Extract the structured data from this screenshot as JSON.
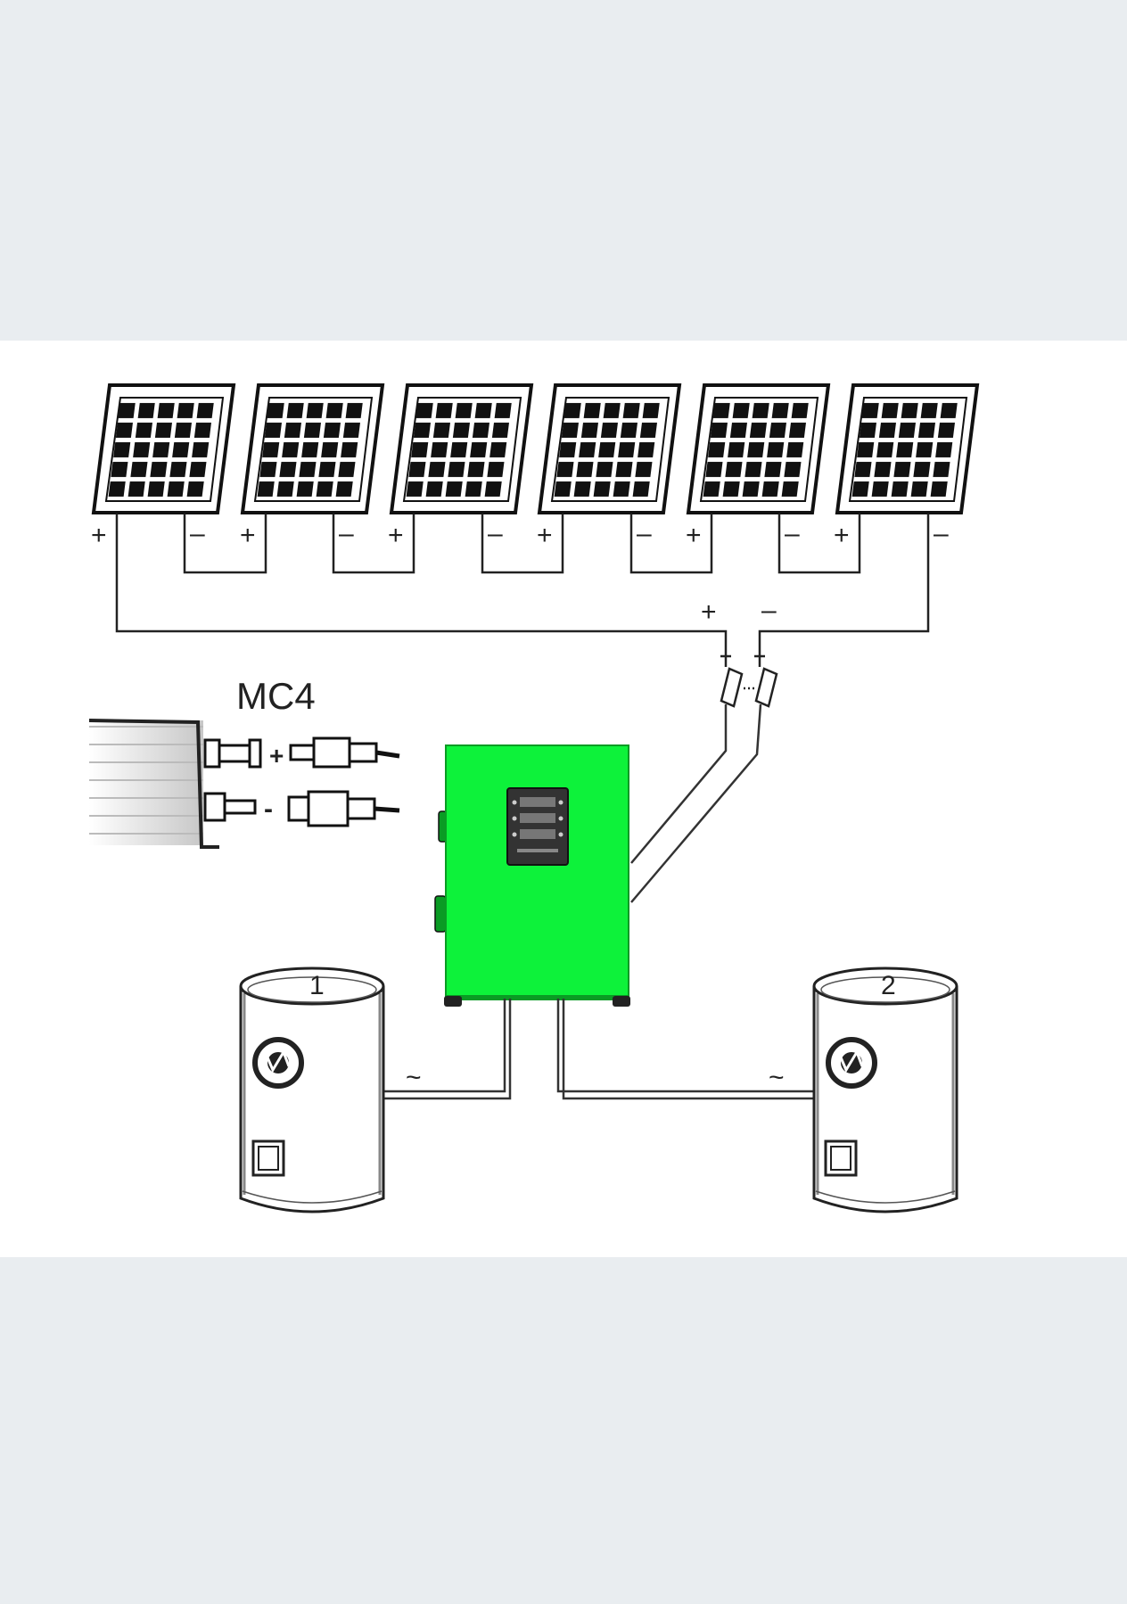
{
  "diagram": {
    "colors": {
      "background": "#e9edf0",
      "canvas": "#ffffff",
      "line": "#222222",
      "controller": "#0df23a",
      "controller_dark": "#0a9b24"
    },
    "panels": [
      {
        "plus": "+",
        "minus": "–"
      },
      {
        "plus": "+",
        "minus": "–"
      },
      {
        "plus": "+",
        "minus": "–"
      },
      {
        "plus": "+",
        "minus": "–"
      },
      {
        "plus": "+",
        "minus": "–"
      },
      {
        "plus": "+",
        "minus": "–"
      }
    ],
    "string_output": {
      "plus": "+",
      "minus": "–"
    },
    "connector": {
      "label": "MC4",
      "plus": "+",
      "minus": "-"
    },
    "ac_symbol": "~",
    "tanks": [
      {
        "number": "1",
        "ac": "~"
      },
      {
        "number": "2",
        "ac": "~"
      }
    ],
    "controller": {
      "icon": "solar-controller-icon"
    }
  }
}
